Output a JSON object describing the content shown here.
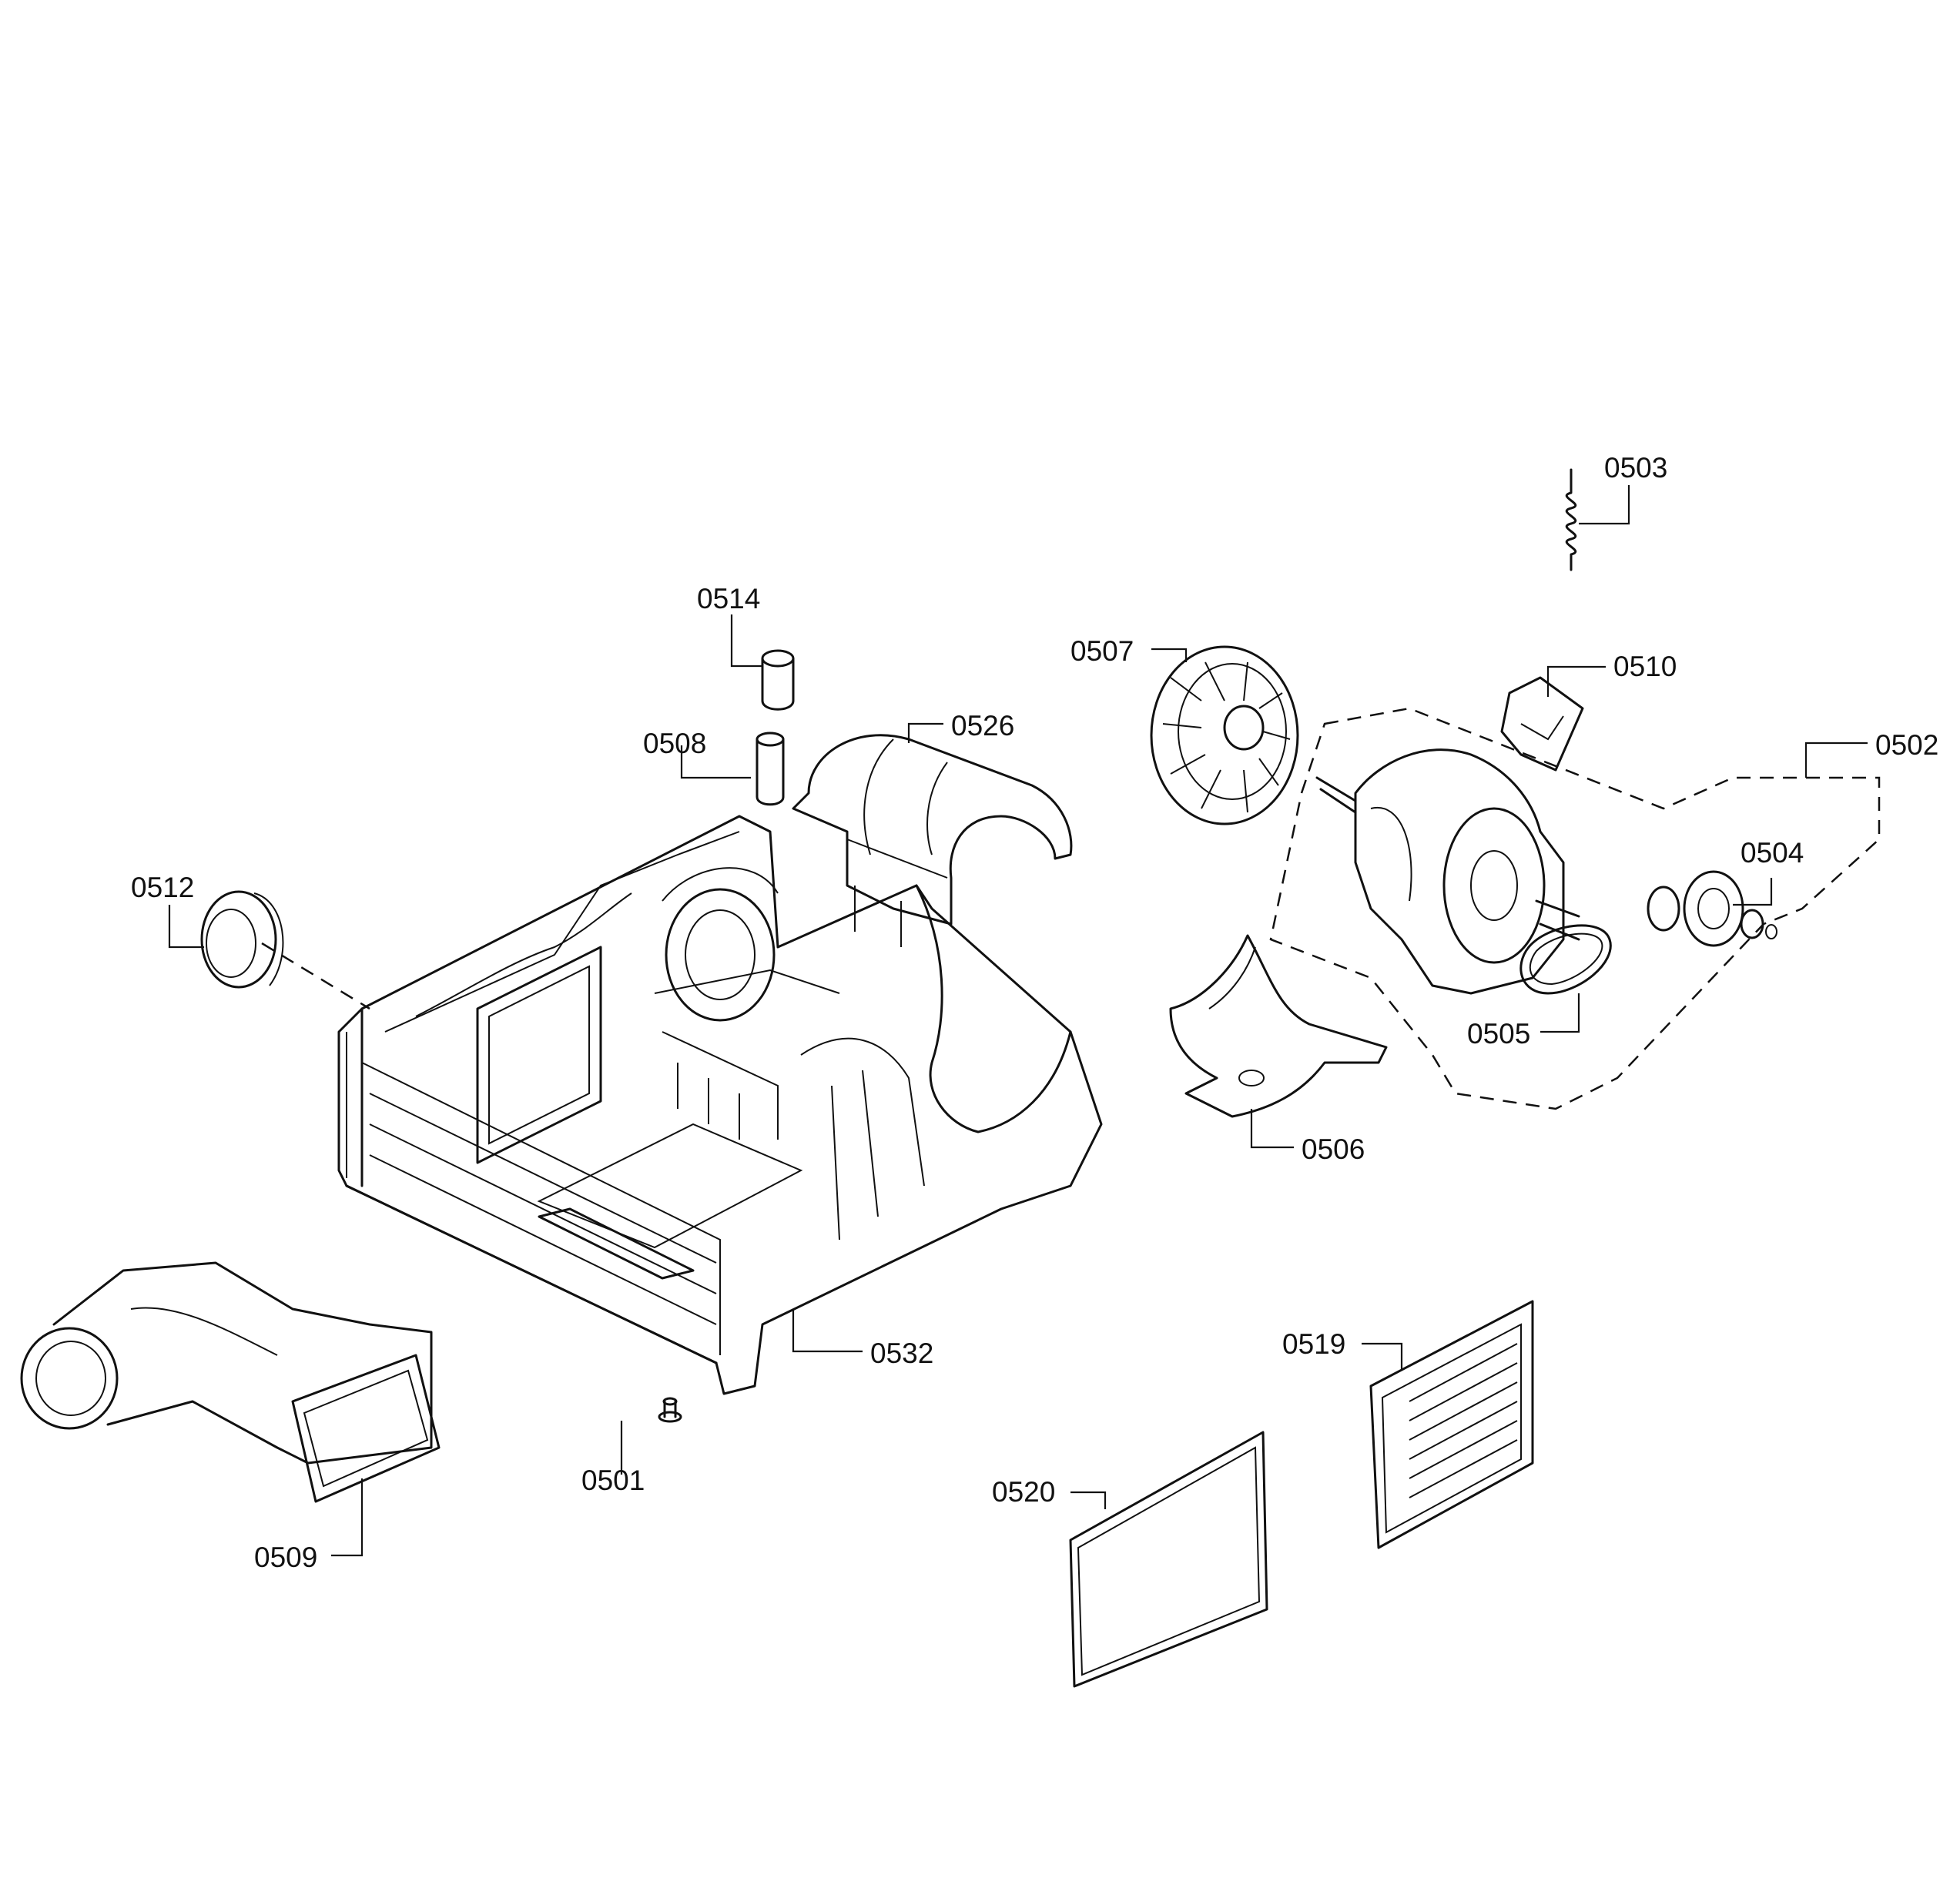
{
  "callouts": {
    "c0501": "0501",
    "c0502": "0502",
    "c0503": "0503",
    "c0504": "0504",
    "c0505": "0505",
    "c0506": "0506",
    "c0507": "0507",
    "c0508": "0508",
    "c0509": "0509",
    "c0510": "0510",
    "c0512": "0512",
    "c0514": "0514",
    "c0519": "0519",
    "c0520": "0520",
    "c0526": "0526",
    "c0532": "0532"
  }
}
